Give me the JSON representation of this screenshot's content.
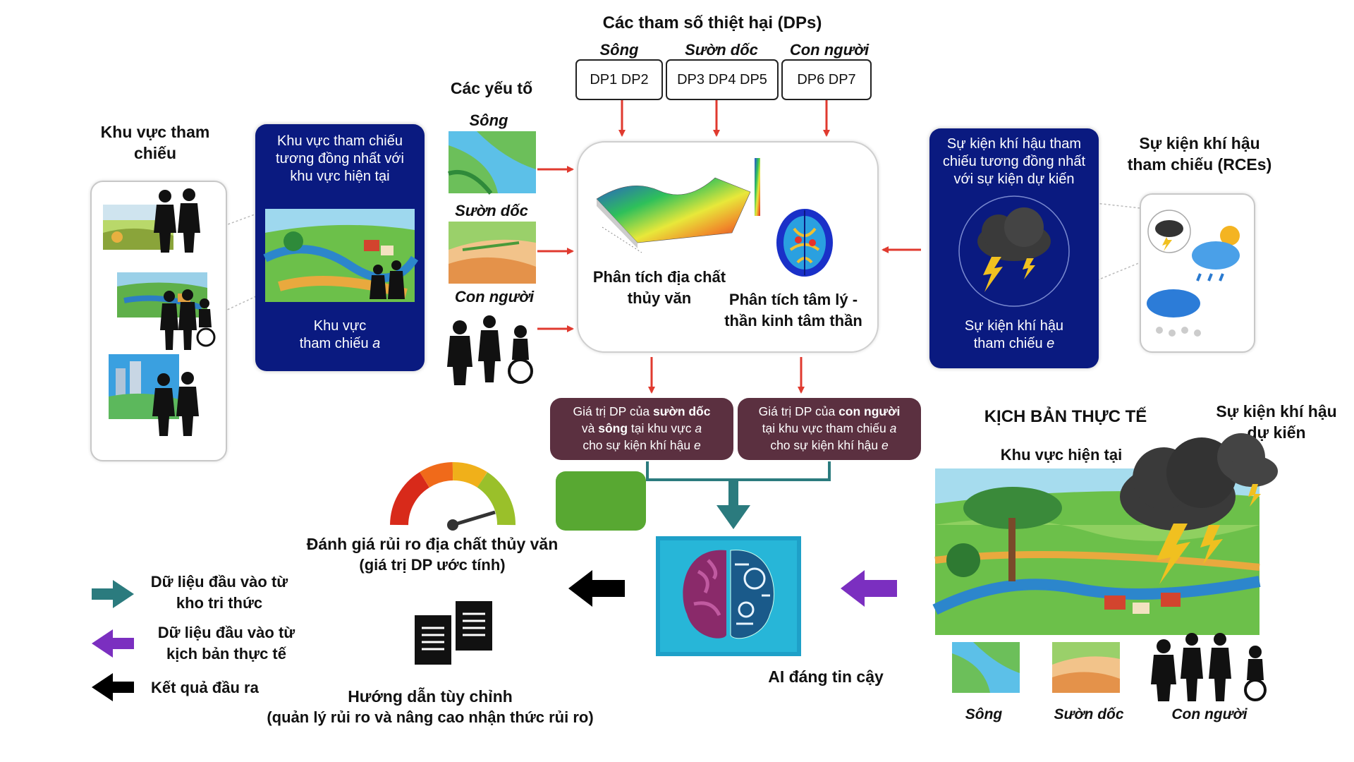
{
  "top_title": "Các tham số thiệt hại (DPs)",
  "dp_groups": [
    {
      "label": "Sông",
      "box": "DP1 DP2"
    },
    {
      "label": "Sườn dốc",
      "box": "DP3 DP4 DP5"
    },
    {
      "label": "Con người",
      "box": "DP6 DP7"
    }
  ],
  "reference_area": {
    "title": "Khu vực tham chiếu"
  },
  "ref_area_panel": {
    "top_text": "Khu vực tham chiếu tương đồng nhất với khu vực hiện tại",
    "bottom_text": "Khu vực",
    "bottom_text2": "tham chiếu",
    "bottom_italic": "a"
  },
  "factors": {
    "title": "Các yếu tố",
    "items": [
      "Sông",
      "Sườn dốc",
      "Con người"
    ]
  },
  "analysis": {
    "geo": "Phân tích địa chất thủy văn",
    "psych": "Phân tích tâm lý - thần kinh tâm thần"
  },
  "rce_panel": {
    "top_text": "Sự kiện khí hậu tham chiếu tương đồng nhất với sự kiện dự kiến",
    "bottom_text": "Sự kiện khí hậu",
    "bottom_text2": "tham chiếu",
    "bottom_italic": "e"
  },
  "rce": {
    "title": "Sự kiện khí hậu tham chiếu (RCEs)"
  },
  "dp_values": [
    {
      "p1": "Giá trị DP của ",
      "b1": "sườn dốc",
      "p2": " và ",
      "b2": "sông",
      "p3": " tại khu vực ",
      "i1": "a",
      "p4": " cho sự kiện khí hậu ",
      "i2": "e"
    },
    {
      "p1": "Giá trị DP của ",
      "b1": "con người",
      "p2": " tại khu vực tham chiếu ",
      "i1": "a",
      "p3": " cho sự kiện khí hậu ",
      "i2": "e"
    }
  ],
  "scenario": {
    "title": "KỊCH BẢN THỰC TẾ",
    "area": "Khu vực hiện tại",
    "event": "Sự kiện khí hậu dự kiến",
    "items": [
      "Sông",
      "Sườn dốc",
      "Con người"
    ]
  },
  "risk": {
    "title": "Đánh giá rủi ro địa chất thủy văn",
    "subtitle": "(giá trị DP ước tính)"
  },
  "guidance": {
    "title": "Hướng dẫn tùy chỉnh",
    "subtitle": "(quản lý rủi ro và nâng cao nhận thức rủi ro)"
  },
  "ai": {
    "label": "AI đáng tin cậy"
  },
  "legend": [
    {
      "label": "Dữ liệu đầu vào từ kho tri thức",
      "color": "#2b7b7e"
    },
    {
      "label": "Dữ liệu đầu vào từ kịch bản thực tế",
      "color": "#7b2fc0"
    },
    {
      "label": "Kết quả đầu ra",
      "color": "#000000"
    }
  ],
  "colors": {
    "navy": "#0a1a80",
    "maroon": "#5b3040",
    "red_arrow": "#e03a2f",
    "teal": "#2b7b7e",
    "purple": "#7b2fc0",
    "green": "#58a832"
  }
}
